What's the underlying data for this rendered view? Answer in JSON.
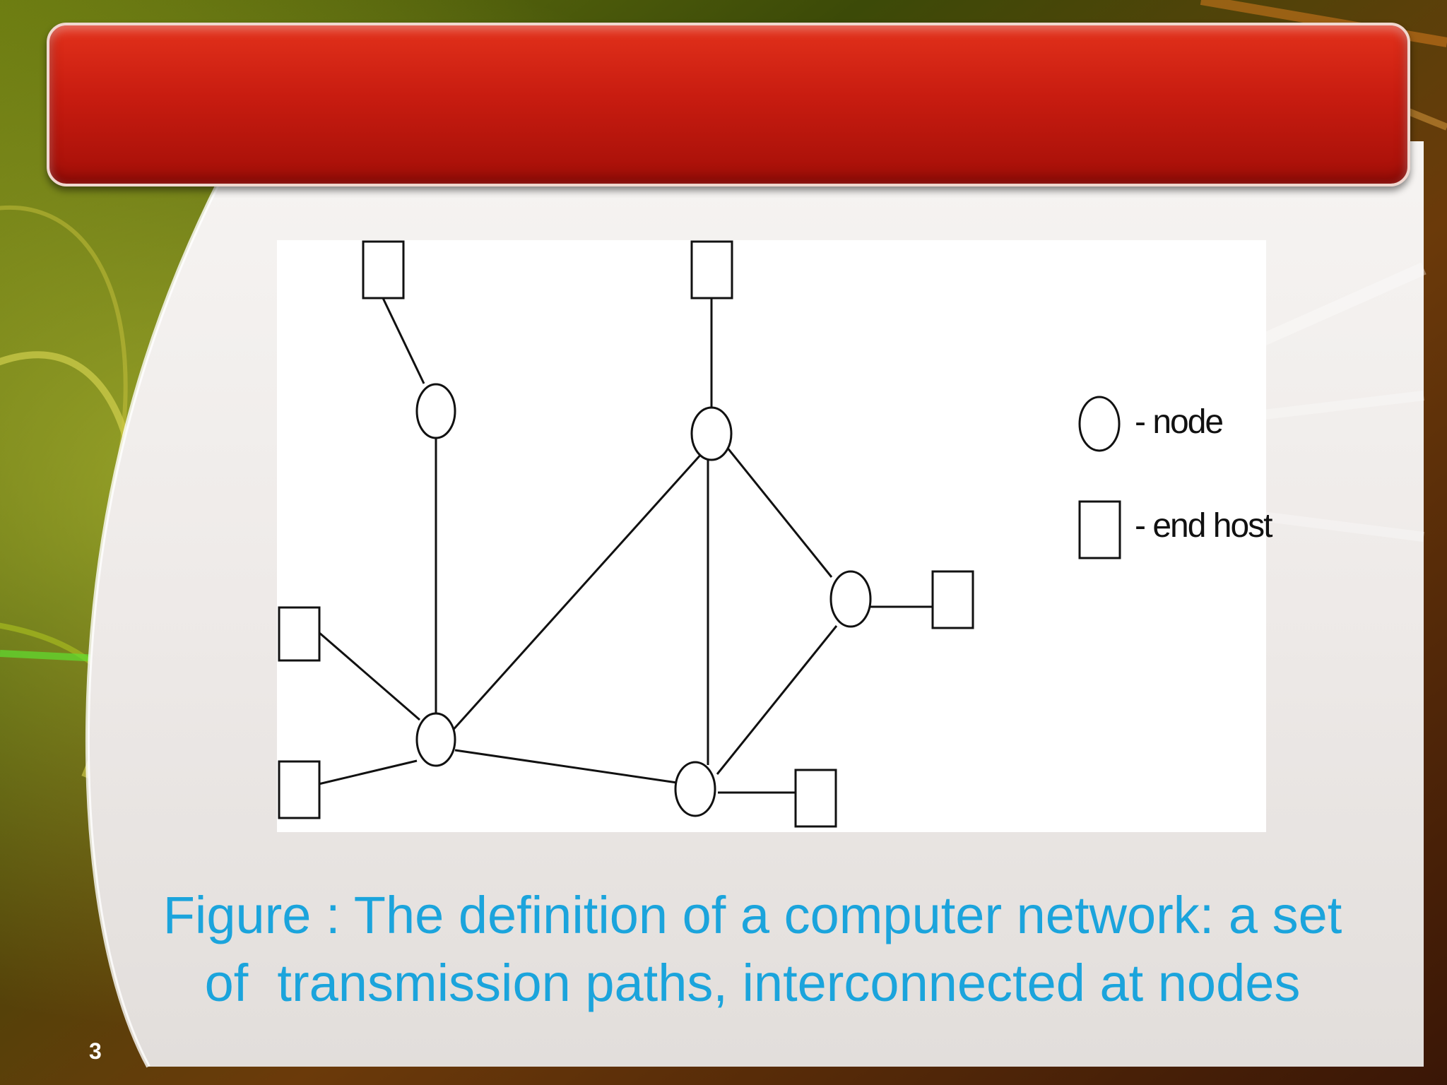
{
  "slide": {
    "number": "3",
    "caption_line1": "Figure : The definition of a computer network: a set",
    "caption_line2": "of  transmission paths, interconnected at nodes"
  },
  "diagram": {
    "legend": [
      {
        "shape": "circle",
        "label": "- node"
      },
      {
        "shape": "square",
        "label": "- end host"
      }
    ],
    "nodes": [
      "n1",
      "n2",
      "n3",
      "n4",
      "n5"
    ],
    "end_hosts": [
      "h1",
      "h2",
      "h3",
      "h4",
      "h5",
      "h6"
    ],
    "links": [
      [
        "h1",
        "n1"
      ],
      [
        "h2",
        "n2"
      ],
      [
        "n1",
        "n3"
      ],
      [
        "n3",
        "n2"
      ],
      [
        "n2",
        "n5"
      ],
      [
        "n2",
        "n4"
      ],
      [
        "n4",
        "h4"
      ],
      [
        "n4",
        "n5"
      ],
      [
        "h3",
        "n3"
      ],
      [
        "h5",
        "n3"
      ],
      [
        "n3",
        "n5"
      ],
      [
        "n5",
        "h6"
      ]
    ]
  },
  "colors": {
    "caption": "#1ba4dc",
    "title_bar": "#c81c10",
    "diagram_stroke": "#111111"
  }
}
